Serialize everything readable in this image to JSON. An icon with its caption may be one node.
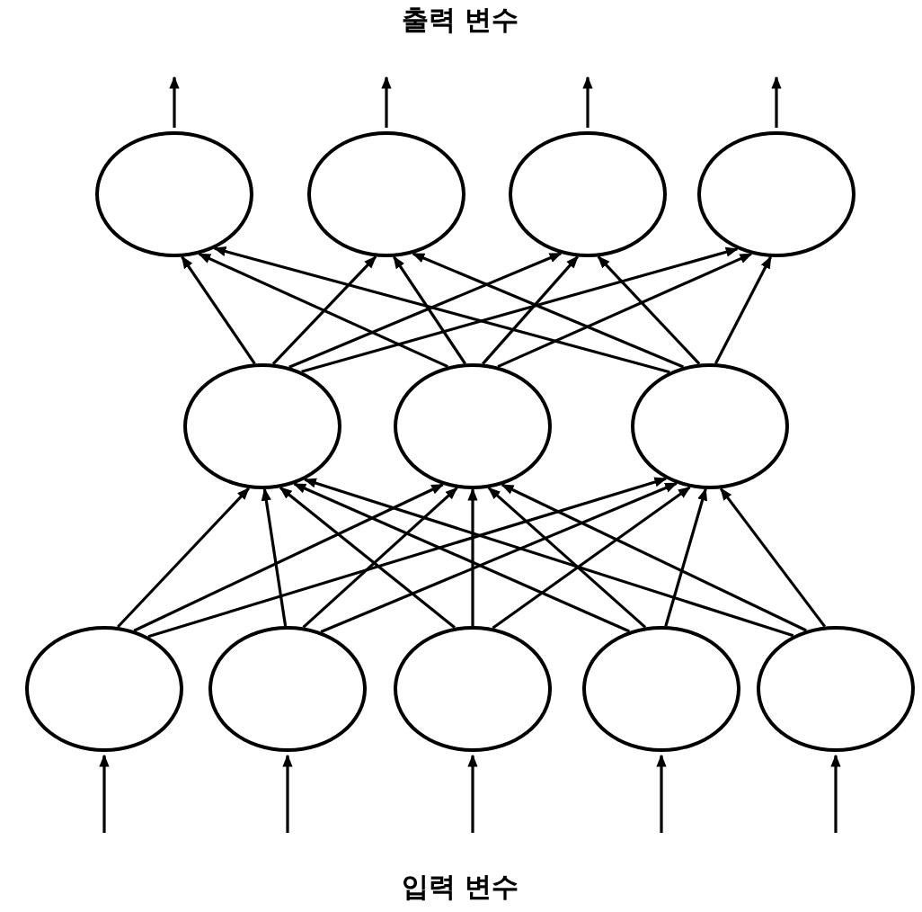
{
  "diagram": {
    "nodes": [
      {
        "text": [],
        "shape": "circle"
      },
      {
        "text": [],
        "shape": "circle"
      },
      {
        "text": [],
        "shape": "circle"
      },
      {
        "text": [],
        "shape": "circle"
      },
      {
        "text": [],
        "shape": "circle"
      },
      {
        "text": [],
        "shape": "circle"
      },
      {
        "text": [],
        "shape": "circle"
      },
      {
        "text": [],
        "shape": "circle"
      },
      {
        "text": [],
        "shape": "circle"
      },
      {
        "text": [],
        "shape": "circle"
      },
      {
        "text": [],
        "shape": "circle"
      },
      {
        "text": [],
        "shape": "circle"
      }
    ],
    "edges": [
      {
        "from": 7,
        "to": 4,
        "arrow": "to"
      },
      {
        "from": 7,
        "to": 5,
        "arrow": "to"
      },
      {
        "from": 7,
        "to": 6,
        "arrow": "to"
      },
      {
        "from": 8,
        "to": 4,
        "arrow": "to"
      },
      {
        "from": 8,
        "to": 5,
        "arrow": "to"
      },
      {
        "from": 8,
        "to": 6,
        "arrow": "to"
      },
      {
        "from": 9,
        "to": 4,
        "arrow": "to"
      },
      {
        "from": 9,
        "to": 5,
        "arrow": "to"
      },
      {
        "from": 9,
        "to": 6,
        "arrow": "to"
      },
      {
        "from": 10,
        "to": 4,
        "arrow": "to"
      },
      {
        "from": 10,
        "to": 5,
        "arrow": "to"
      },
      {
        "from": 10,
        "to": 6,
        "arrow": "to"
      },
      {
        "from": 11,
        "to": 4,
        "arrow": "to"
      },
      {
        "from": 11,
        "to": 5,
        "arrow": "to"
      },
      {
        "from": 11,
        "to": 6,
        "arrow": "to"
      },
      {
        "from": 4,
        "to": 0,
        "arrow": "to"
      },
      {
        "from": 4,
        "to": 1,
        "arrow": "to"
      },
      {
        "from": 4,
        "to": 2,
        "arrow": "to"
      },
      {
        "from": 4,
        "to": 3,
        "arrow": "to"
      },
      {
        "from": 5,
        "to": 0,
        "arrow": "to"
      },
      {
        "from": 5,
        "to": 1,
        "arrow": "to"
      },
      {
        "from": 5,
        "to": 2,
        "arrow": "to"
      },
      {
        "from": 5,
        "to": 3,
        "arrow": "to"
      },
      {
        "from": 6,
        "to": 0,
        "arrow": "to"
      },
      {
        "from": 6,
        "to": 1,
        "arrow": "to"
      },
      {
        "from": 6,
        "to": 2,
        "arrow": "to"
      },
      {
        "from": 6,
        "to": 3,
        "arrow": "to"
      },
      {
        "from": null,
        "to": 7,
        "arrow": "to"
      },
      {
        "from": null,
        "to": 8,
        "arrow": "to"
      },
      {
        "from": null,
        "to": 9,
        "arrow": "to"
      },
      {
        "from": null,
        "to": 10,
        "arrow": "to"
      },
      {
        "from": null,
        "to": 11,
        "arrow": "to"
      },
      {
        "from": 0,
        "to": null,
        "arrow": "to"
      },
      {
        "from": 1,
        "to": null,
        "arrow": "to"
      },
      {
        "from": 2,
        "to": null,
        "arrow": "to"
      },
      {
        "from": 3,
        "to": null,
        "arrow": "to"
      }
    ],
    "labels": [
      "출력 변수",
      "입력 변수"
    ]
  }
}
